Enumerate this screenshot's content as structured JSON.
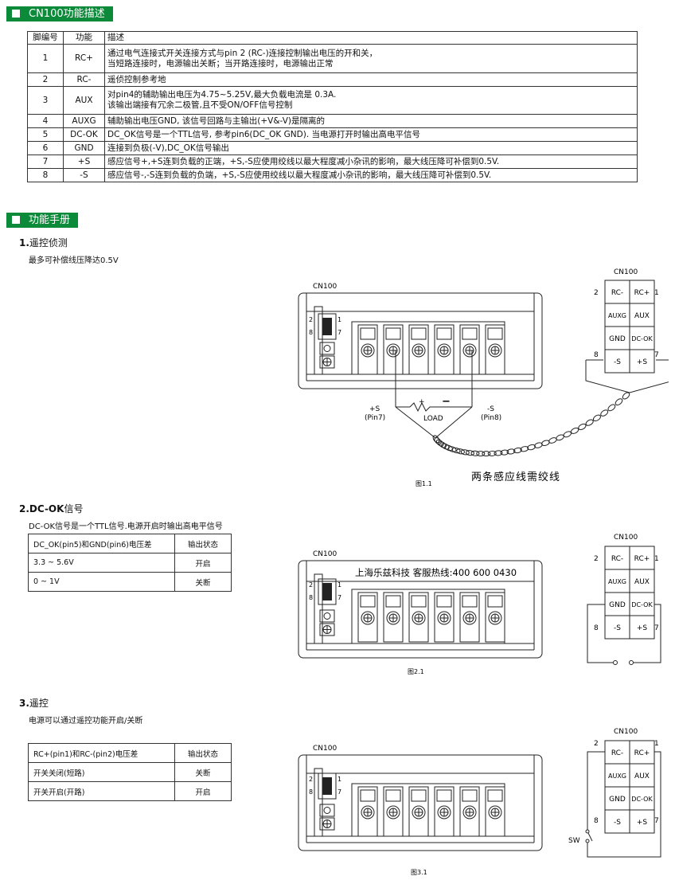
{
  "section1": {
    "title": "CN100功能描述"
  },
  "pin_table": {
    "headers": [
      "脚编号",
      "功能",
      "描述"
    ],
    "rows": [
      {
        "pin": "1",
        "func": "RC+",
        "desc1": "通过电气连接式开关连接方式与pin 2 (RC-)连接控制输出电压的开和关，",
        "desc2": "当短路连接时，电源输出关断；当开路连接时，电源输出正常"
      },
      {
        "pin": "2",
        "func": "RC-",
        "desc1": "遥侦控制参考地",
        "desc2": ""
      },
      {
        "pin": "3",
        "func": "AUX",
        "desc1": "对pin4的辅助输出电压为4.75~5.25V,最大负载电流是 0.3A.",
        "desc2": "该输出端接有冗余二极管,且不受ON/OFF信号控制"
      },
      {
        "pin": "4",
        "func": "AUXG",
        "desc1": "辅助输出电压GND, 该信号回路与主输出(+V&-V)是隔离的",
        "desc2": ""
      },
      {
        "pin": "5",
        "func": "DC-OK",
        "desc1": "DC_OK信号是一个TTL信号, 参考pin6(DC_OK GND). 当电源打开时输出高电平信号",
        "desc2": ""
      },
      {
        "pin": "6",
        "func": "GND",
        "desc1": "连接到负极(-V),DC_OK信号输出",
        "desc2": ""
      },
      {
        "pin": "7",
        "func": "+S",
        "desc1": "感应信号+,+S连到负载的正端，+S,-S应使用绞线以最大程度减小杂讯的影响，最大线压降可补偿到0.5V.",
        "desc2": ""
      },
      {
        "pin": "8",
        "func": "-S",
        "desc1": "感应信号-,-S连到负载的负端，+S,-S应使用绞线以最大程度减小杂讯的影响，最大线压降可补偿到0.5V.",
        "desc2": ""
      }
    ]
  },
  "section2": {
    "title": "功能手册"
  },
  "s1": {
    "num": "1.",
    "title": "遥控侦测",
    "desc": "最多可补偿线压降达0.5V"
  },
  "s2": {
    "num": "2.DC-OK",
    "title": "信号",
    "desc": "DC-OK信号是一个TTL信号.电源开启时输出高电平信号",
    "table": [
      [
        "DC_OK(pin5)和GND(pin6)电压差",
        "输出状态"
      ],
      [
        "3.3 ~ 5.6V",
        "开启"
      ],
      [
        "0 ~ 1V",
        "关断"
      ]
    ]
  },
  "s3": {
    "num": "3.",
    "title": "遥控",
    "desc": "电源可以通过遥控功能开启/关断",
    "table": [
      [
        "RC+(pin1)和RC-(pin2)电压差",
        "输出状态"
      ],
      [
        "开关关闭(短路)",
        "关断"
      ],
      [
        "开关开启(开路)",
        "开启"
      ]
    ]
  },
  "diagram": {
    "cn100": "CN100",
    "connector_cells": [
      [
        "RC-",
        "RC+"
      ],
      [
        "AUXG",
        "AUX"
      ],
      [
        "GND",
        "DC-OK"
      ],
      [
        "-S",
        "+S"
      ]
    ],
    "pin_labels": {
      "p2": "2",
      "p1": "1",
      "p8": "8",
      "p7": "7"
    },
    "fig1": {
      "plus_s": "+S",
      "pin7": "(Pin7)",
      "minus_s": "-S",
      "pin8": "(Pin8)",
      "load": "LOAD",
      "plus": "+",
      "minus": "−",
      "twisted": "两条感应线需绞线",
      "caption": "图1.1"
    },
    "fig2": {
      "watermark": "上海乐兹科技 客服热线:400 600 0430",
      "caption": "图2.1"
    },
    "fig3": {
      "sw": "SW",
      "caption": "图3.1"
    }
  }
}
